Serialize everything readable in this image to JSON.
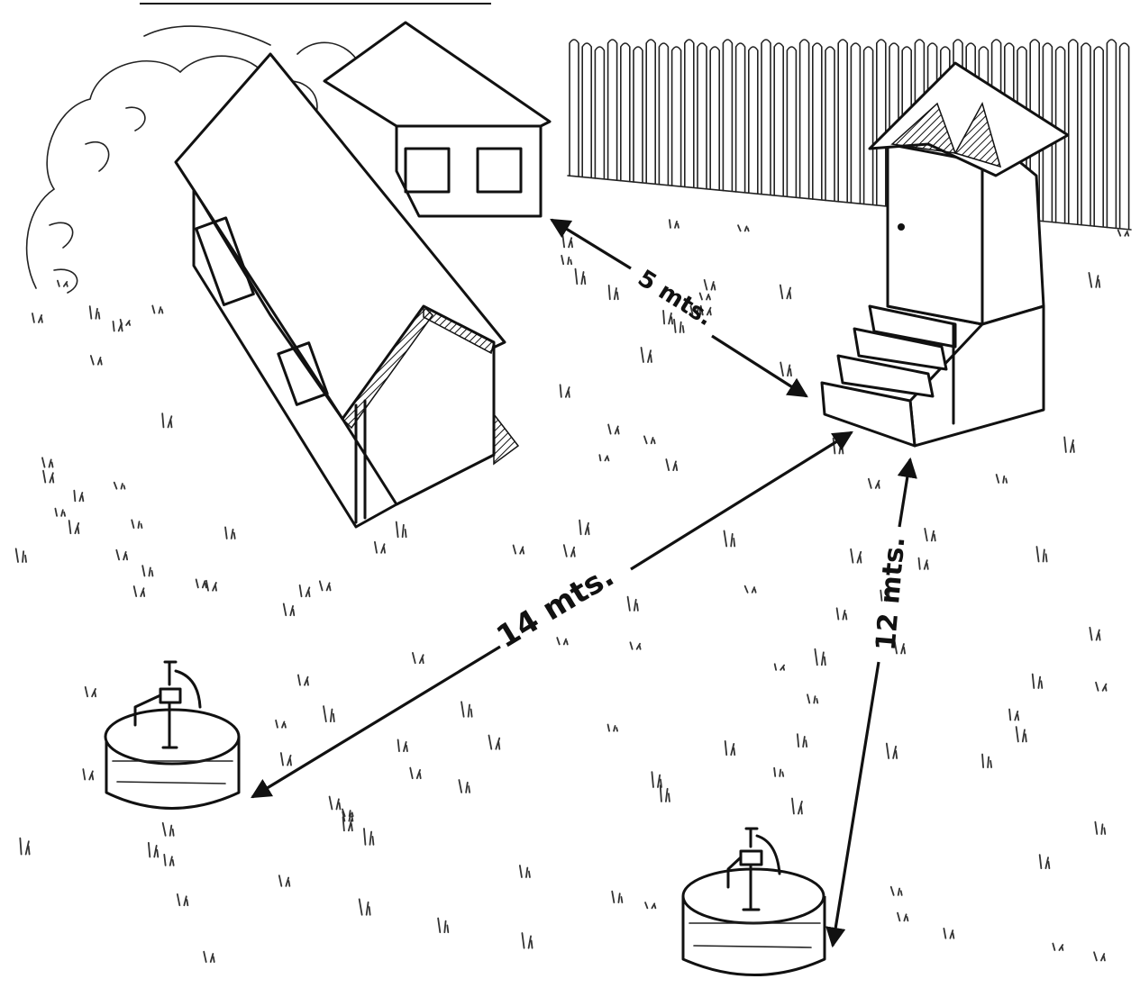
{
  "labels": {
    "dist_house": "5 mts.",
    "dist_pump_left": "14 mts.",
    "dist_pump_front": "12 mts."
  },
  "icons": {
    "latrine": "outhouse-icon",
    "house_main": "house-icon",
    "house_back": "house-icon",
    "pump_left": "water-pump-icon",
    "pump_front": "water-pump-icon",
    "fence": "fence-icon"
  }
}
